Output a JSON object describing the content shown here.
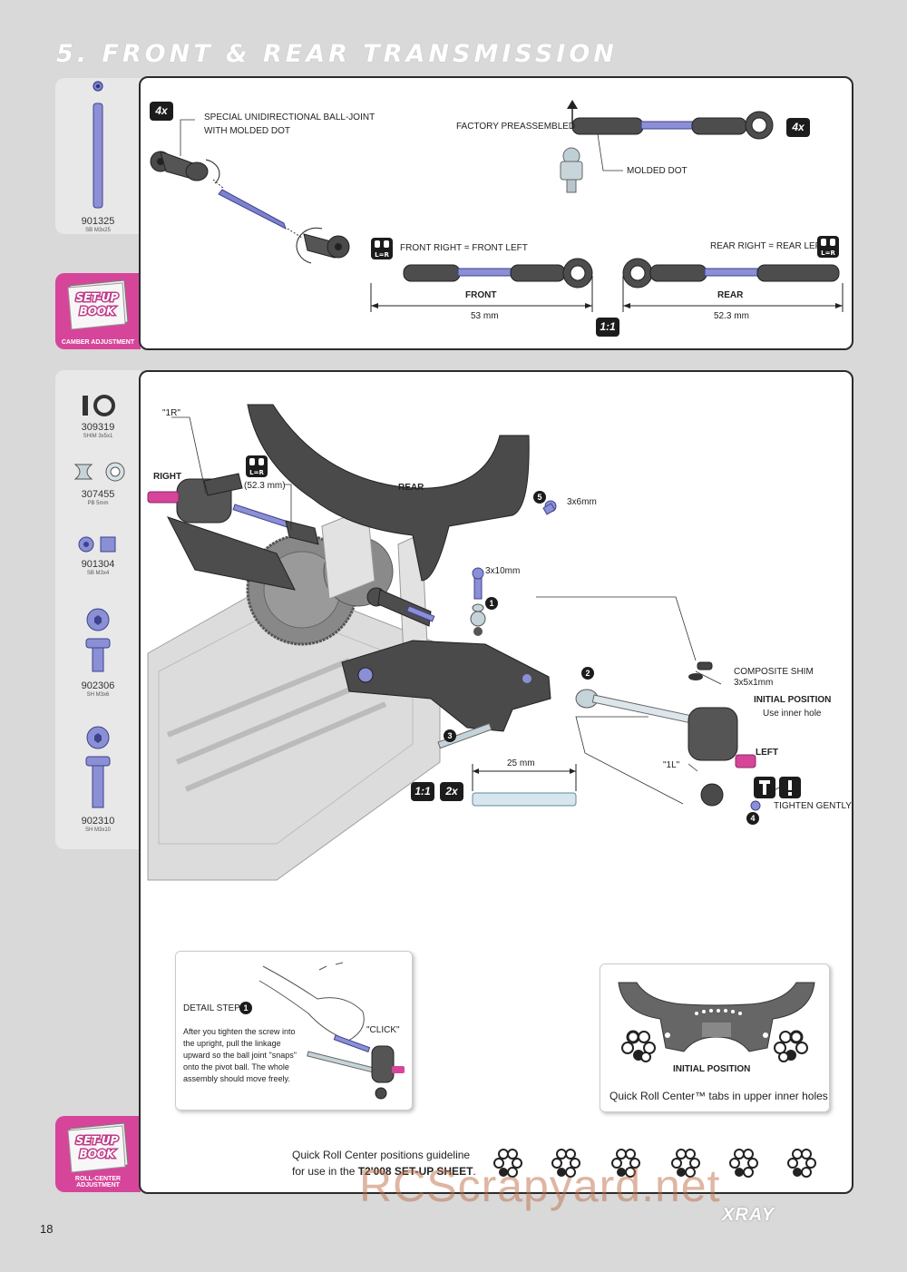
{
  "page": {
    "title": "5. FRONT & REAR TRANSMISSION",
    "page_number": "18",
    "brand": "XRAY",
    "watermark": "RCScrapyard.net"
  },
  "parts_top": [
    {
      "num": "901325",
      "desc": "SB M3x25"
    }
  ],
  "setup_top": {
    "logo": "SET-UP BOOK",
    "caption": "CAMBER ADJUSTMENT"
  },
  "panel_top": {
    "qty_left": "4x",
    "ball_joint_note": [
      "SPECIAL UNIDIRECTIONAL BALL-JOINT",
      "WITH MOLDED DOT"
    ],
    "factory_preassembled": "FACTORY PREASSEMBLED",
    "qty_right": "4x",
    "molded_dot": "MOLDED DOT",
    "lr_symbol": "L=R",
    "front_caption": "FRONT RIGHT = FRONT LEFT",
    "rear_caption": "REAR RIGHT = REAR LEFT",
    "front_label": "FRONT",
    "rear_label": "REAR",
    "front_length": "53 mm",
    "rear_length": "52.3 mm",
    "scale": "1:1"
  },
  "parts_bottom": [
    {
      "num": "309319",
      "desc": "SHIM 3x5x1"
    },
    {
      "num": "307455",
      "desc": "PB 5mm"
    },
    {
      "num": "901304",
      "desc": "SB M3x4"
    },
    {
      "num": "902306",
      "desc": "SH M3x6"
    },
    {
      "num": "902310",
      "desc": "SH M3x10"
    }
  ],
  "setup_bottom": {
    "logo": "SET-UP BOOK",
    "caption": "ROLL-CENTER ADJUSTMENT"
  },
  "panel_bottom": {
    "label_1r": "\"1R\"",
    "label_right": "RIGHT",
    "link_length": "(52.3 mm)",
    "label_rear": "REAR",
    "screw_3x6": "3x6mm",
    "screw_3x10": "3x10mm",
    "step_numbers": [
      "1",
      "2",
      "3",
      "4",
      "5"
    ],
    "composite_shim": [
      "COMPOSITE SHIM",
      "3x5x1mm"
    ],
    "initial_position": "INITIAL POSITION",
    "use_inner_hole": "Use inner hole",
    "label_left": "LEFT",
    "label_1l": "\"1L\"",
    "tighten": "TIGHTEN GENTLY",
    "pin_length": "25 mm",
    "scale": "1:1",
    "qty": "2x",
    "detail": {
      "title": "DETAIL STEP",
      "step": "1",
      "click": "\"CLICK\"",
      "text": [
        "After you tighten the screw into",
        "the upright, pull the linkage",
        "upward so the ball joint \"snaps\"",
        "onto the pivot ball. The whole",
        "assembly should move freely."
      ]
    },
    "roll_center": {
      "initial": "INITIAL POSITION",
      "note": "Quick Roll Center™ tabs in upper inner holes"
    },
    "guideline": {
      "line1": "Quick Roll Center positions guideline",
      "line2_pre": "for use in the ",
      "line2_bold": "T2'008 SET-UP SHEET",
      "line2_post": "."
    }
  },
  "colors": {
    "accent_pink": "#d6459a",
    "panel_border": "#2b2b2b",
    "link_blue": "#8a8fd6",
    "graphite": "#4a4a4a"
  }
}
